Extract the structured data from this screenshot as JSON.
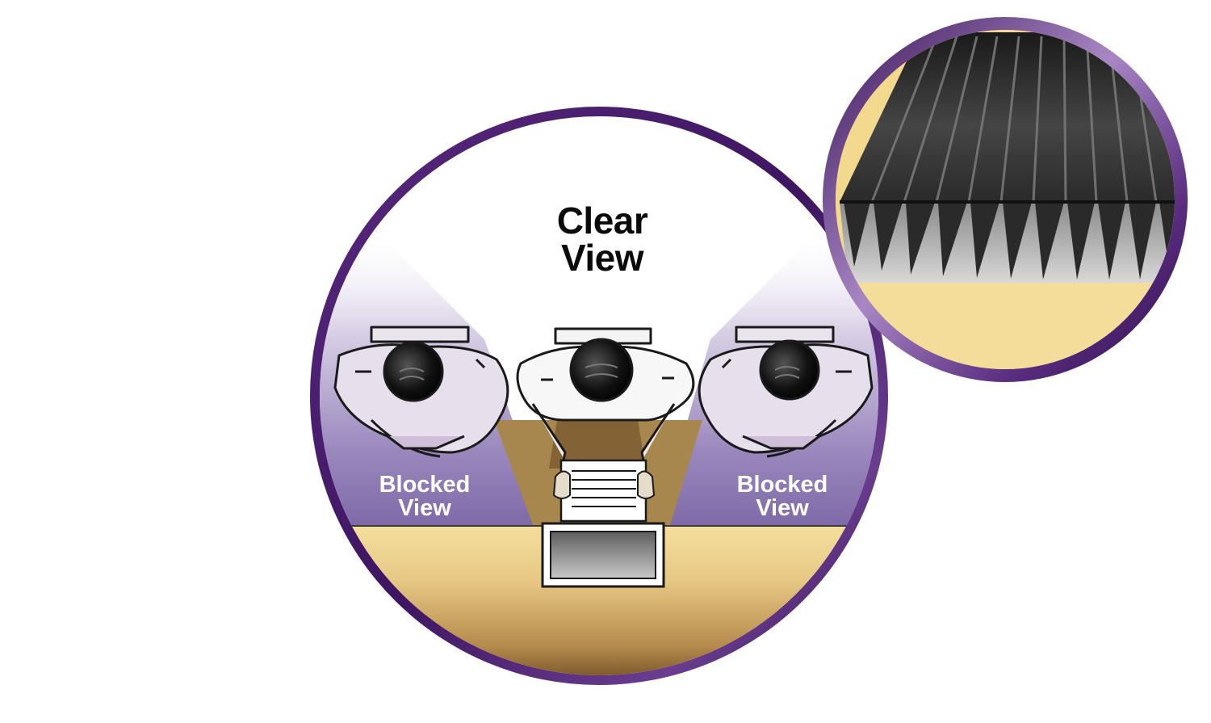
{
  "labels": {
    "clear_view": [
      "Clear",
      "View"
    ],
    "blocked_view_left": [
      "Blocked",
      "View"
    ],
    "blocked_view_right": [
      "Blocked",
      "View"
    ]
  },
  "colors": {
    "ring_purple": "#4b1f6e",
    "ring_highlight": "#9b73b8",
    "blocked_zone": "#8e7cb3",
    "desk_tan": "#f3dc98",
    "desk_brown": "#7a5a2c",
    "inset_tan": "#f4dd9a",
    "clear_label": "#0a0a0a",
    "blocked_label": "#ffffff"
  }
}
